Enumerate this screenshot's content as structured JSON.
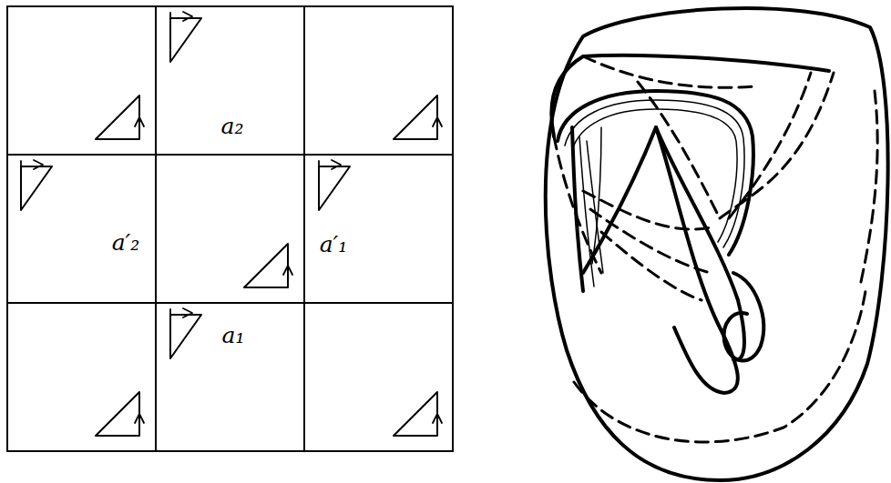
{
  "diagram": {
    "labels": [
      "a₂",
      "a′₂",
      "a′₁",
      "a₁"
    ]
  }
}
